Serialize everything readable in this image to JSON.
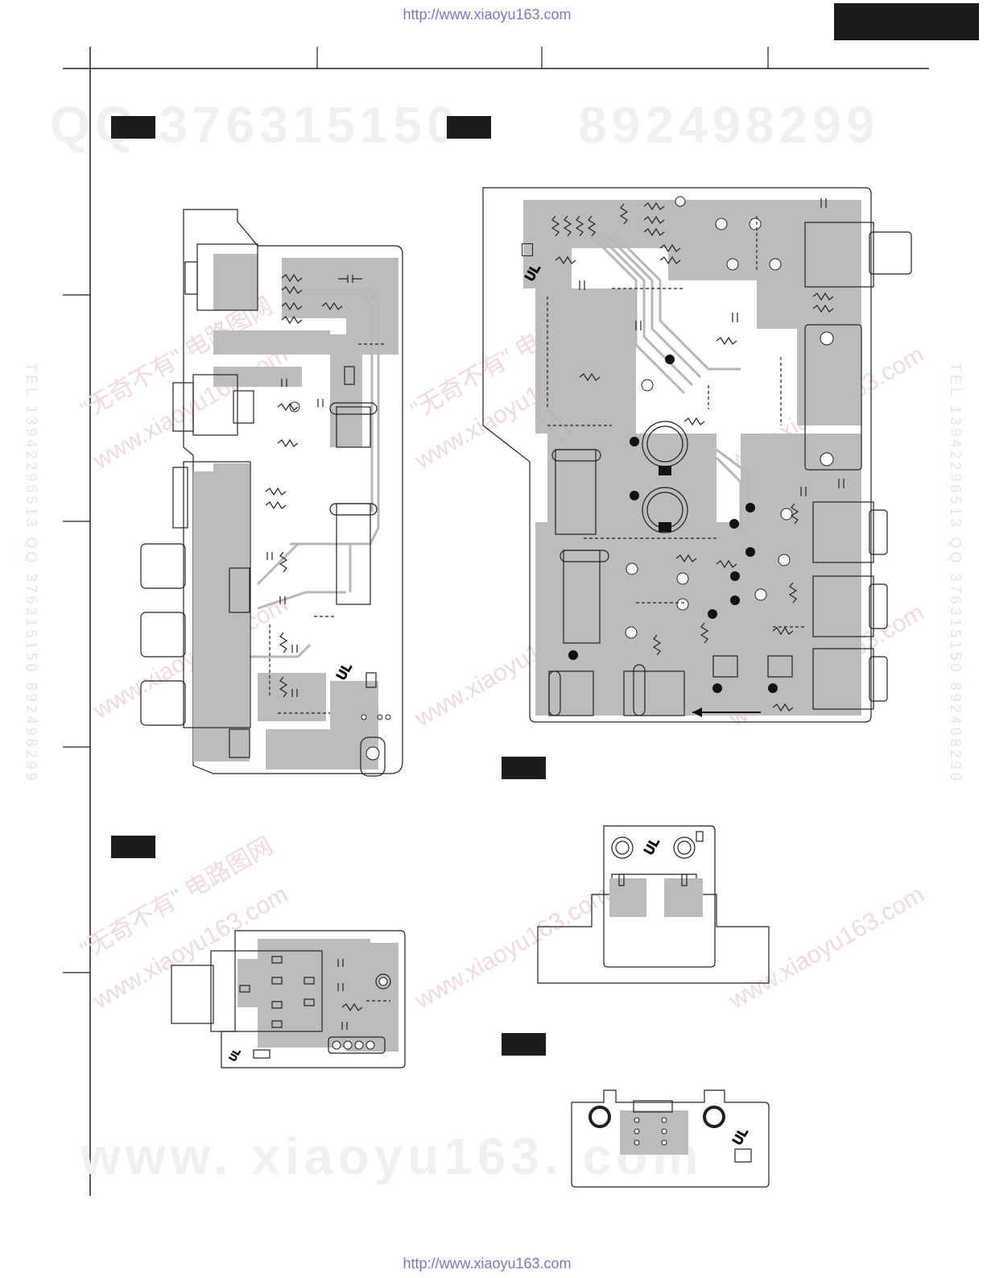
{
  "header": {
    "url_top": "http://www.xiaoyu163.com",
    "url_bottom": "http://www.xiaoyu163.com"
  },
  "watermarks": {
    "qq_left": "QQ 376315150",
    "qq_right": "892498299",
    "bottom": "www. xiaoyu163. com",
    "diag_text": "www.xiaoyu163.com",
    "diag_cn": "\"无奇不有\" 电路图网",
    "vertical_left": "TEL 13942296513 QQ 376315150 892498299",
    "vertical_right": "TEL 13942296513 QQ 376315150 892498299"
  },
  "colors": {
    "pad": "#bcbcbc",
    "ink": "#222222",
    "label_box": "#1c1c1c",
    "url": "#8a6fc9"
  },
  "icons": [
    "ul-mark-icon",
    "jack-icon",
    "connector-icon",
    "mounting-hole-icon",
    "direction-arrow-icon"
  ]
}
